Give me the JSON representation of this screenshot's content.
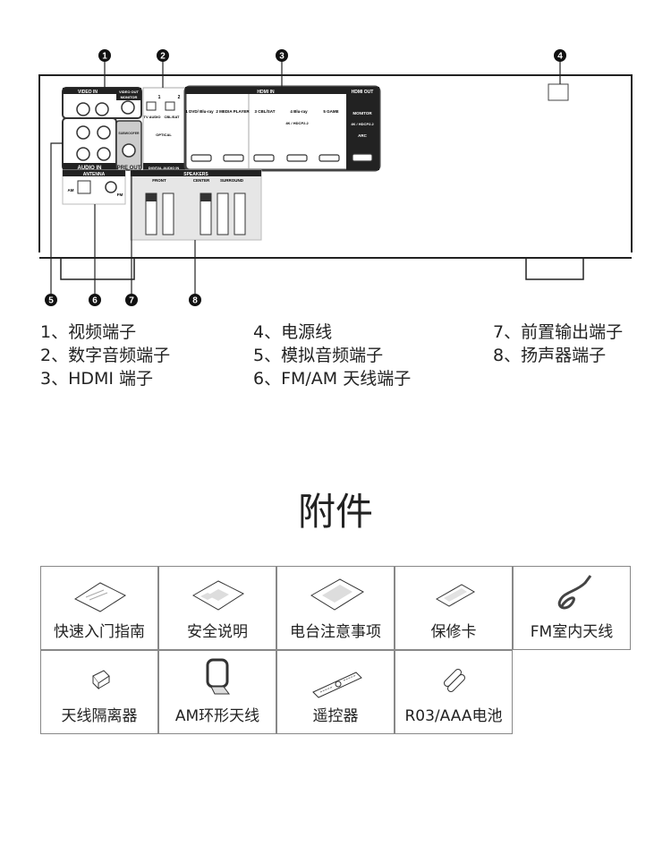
{
  "device": {
    "callouts": [
      "1",
      "2",
      "3",
      "4",
      "5",
      "6",
      "7",
      "8"
    ],
    "labels": {
      "video_in": "VIDEO IN",
      "video_out": "VIDEO OUT",
      "monitor": "MONITOR",
      "optical": "OPTICAL",
      "opt1": "1",
      "opt2": "2",
      "tv_audio": "TV AUDIO",
      "cbl_sat": "CBL/SAT",
      "digital_audio_in": "DIGITAL AUDIO IN",
      "audio_in": "AUDIO IN",
      "subwoofer": "SUBWOOFER",
      "pre_out": "PRE OUT",
      "hdmi_in": "HDMI IN",
      "hdmi_out": "HDMI OUT",
      "hdmi_ports": [
        "1 DVD/ Blu-ray",
        "2 MEDIA PLAYER",
        "3 CBL/SAT",
        "4 Blu-ray",
        "5 GAME"
      ],
      "hdcp": "4K / HDCP2.2",
      "arc": "ARC",
      "antenna": "ANTENNA",
      "am": "AM",
      "fm": "FM",
      "speakers": "SPEAKERS",
      "front": "FRONT",
      "center": "CENTER",
      "surround": "SURROUND"
    }
  },
  "legend": [
    [
      "1、视频端子",
      "2、数字音频端子",
      "3、HDMI 端子"
    ],
    [
      "4、电源线",
      "5、模拟音频端子",
      "6、FM/AM 天线端子"
    ],
    [
      "7、前置输出端子",
      "8、扬声器端子"
    ]
  ],
  "accessories_title": "附件",
  "accessories": [
    {
      "label": "快速入门指南",
      "icon": "quick-start-guide-icon"
    },
    {
      "label": "安全说明",
      "icon": "safety-instructions-icon"
    },
    {
      "label": "电台注意事项",
      "icon": "radio-notes-icon"
    },
    {
      "label": "保修卡",
      "icon": "warranty-card-icon"
    },
    {
      "label": "FM室内天线",
      "icon": "fm-antenna-icon"
    },
    {
      "label": "天线隔离器",
      "icon": "antenna-isolator-icon"
    },
    {
      "label": "AM环形天线",
      "icon": "am-loop-antenna-icon"
    },
    {
      "label": "遥控器",
      "icon": "remote-control-icon"
    },
    {
      "label": "R03/AAA电池",
      "icon": "battery-icon"
    }
  ]
}
